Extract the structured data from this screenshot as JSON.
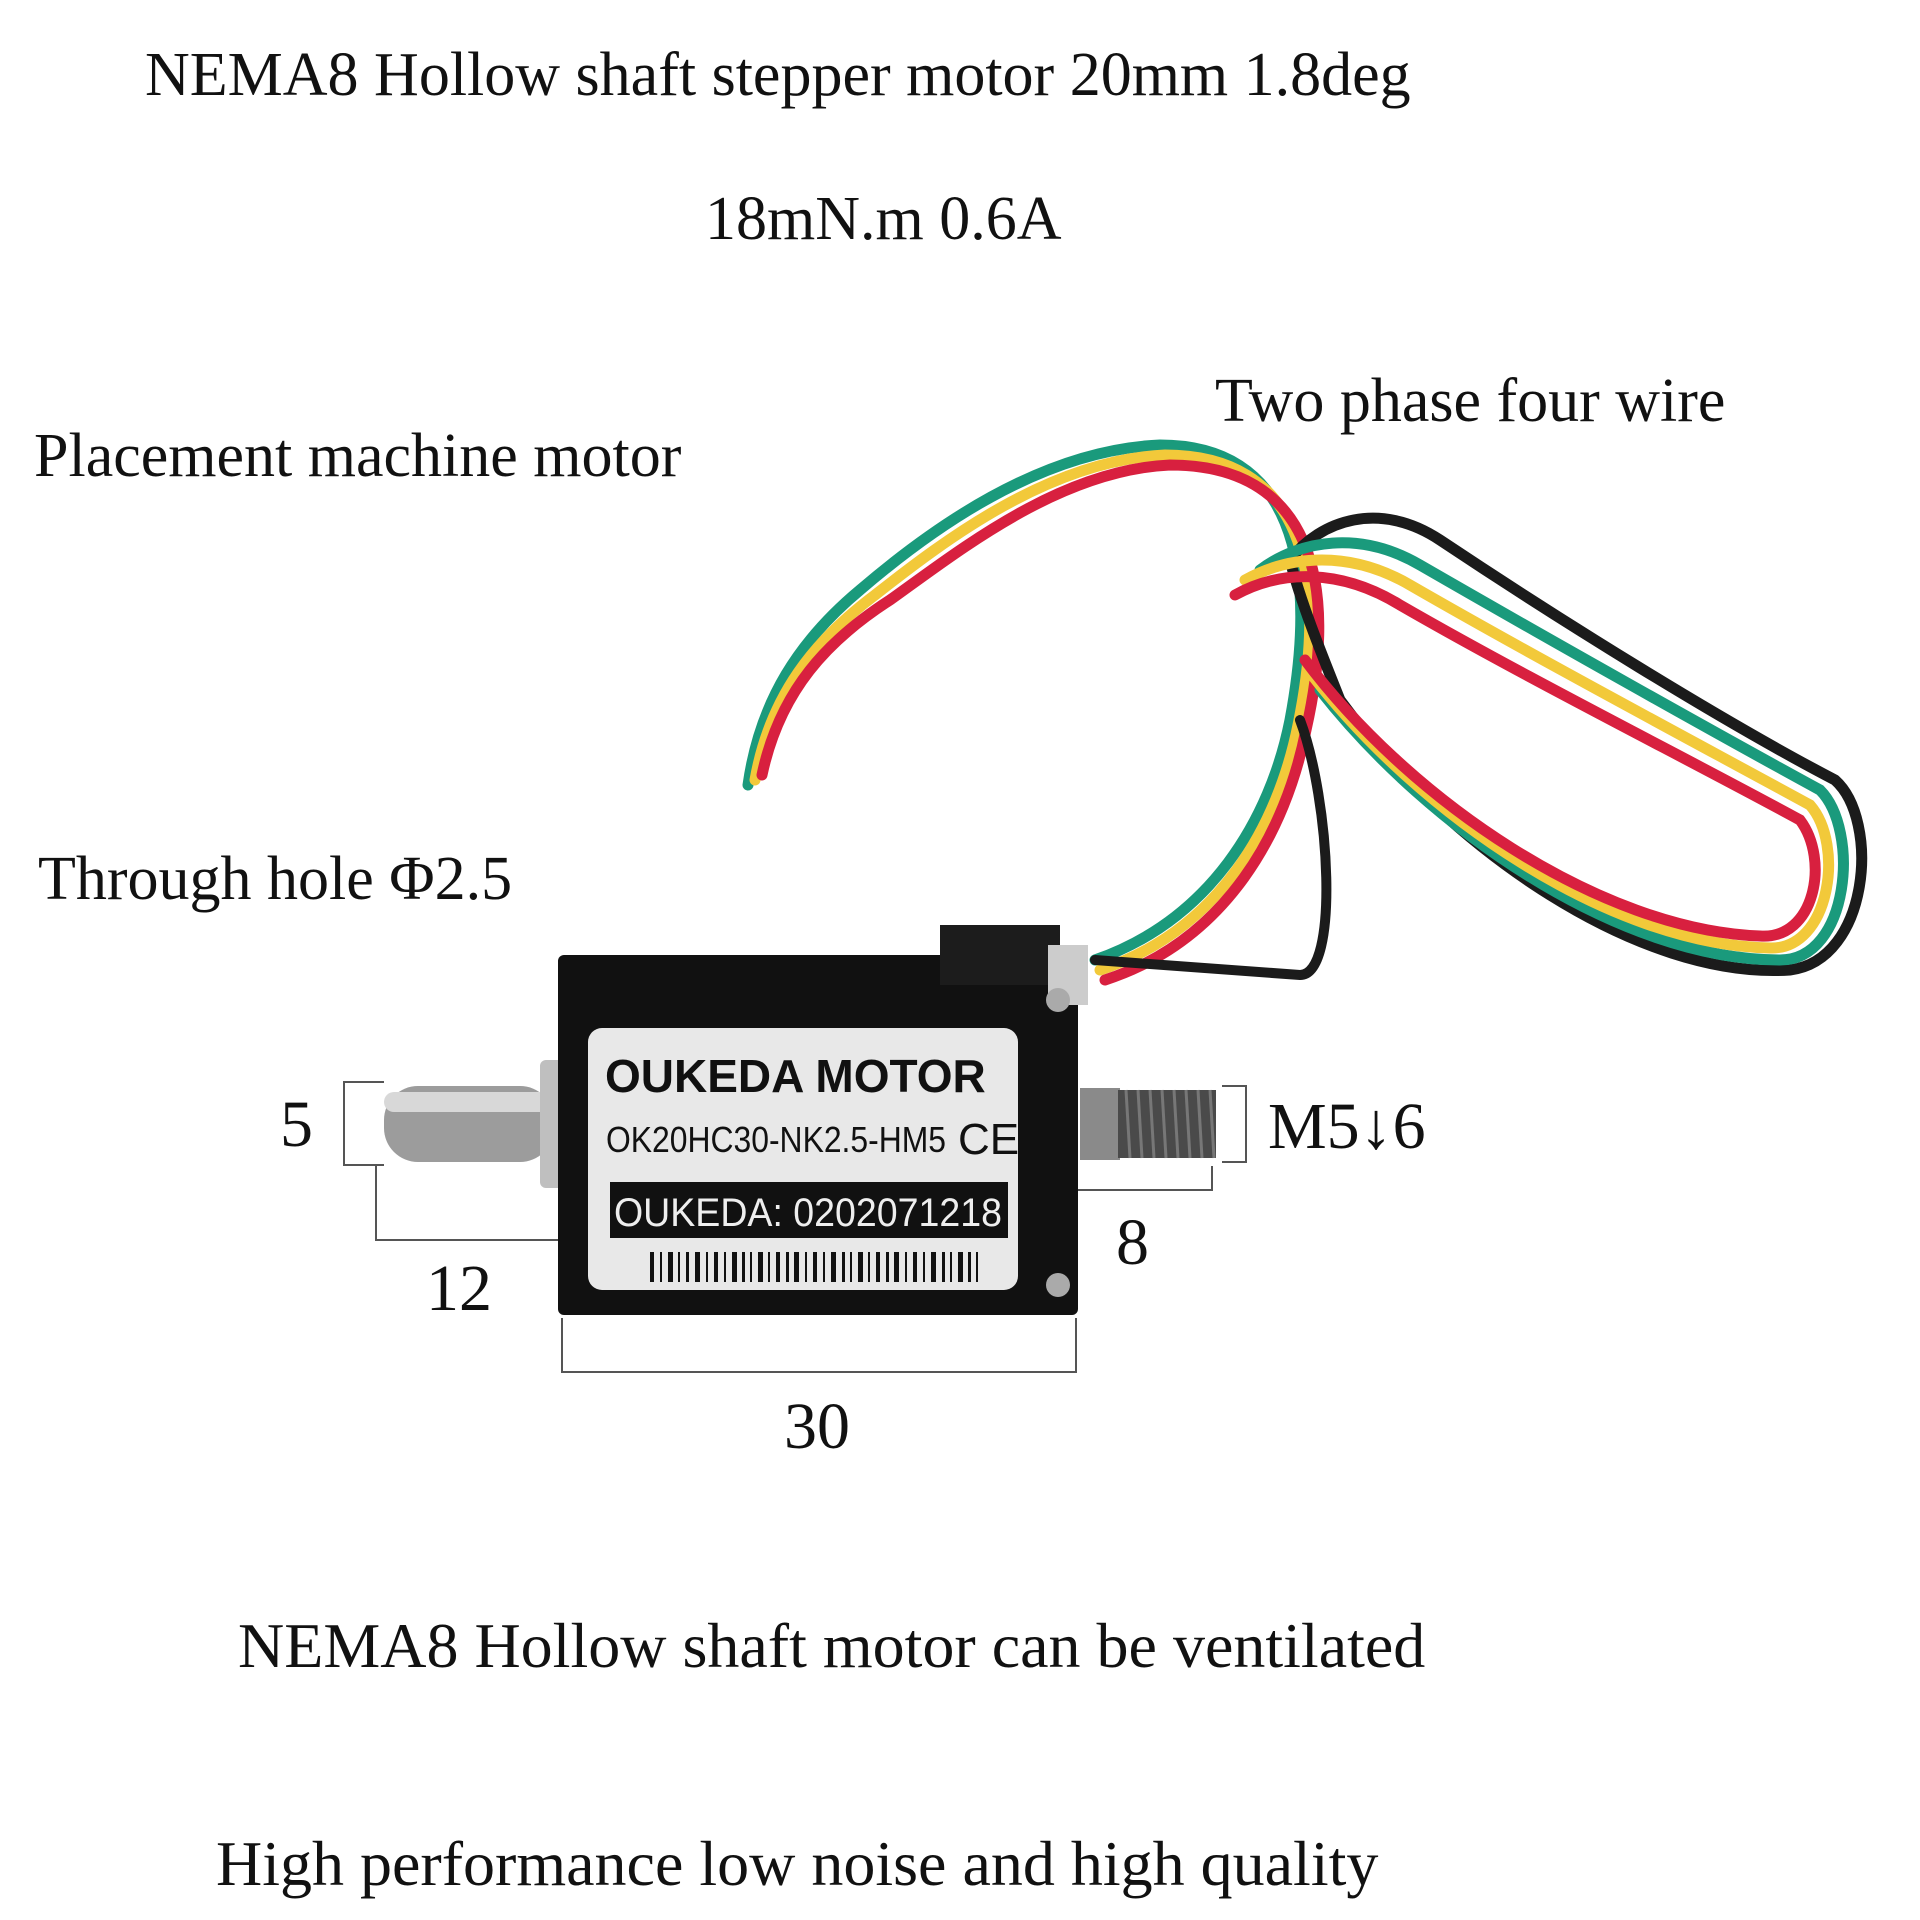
{
  "title": {
    "line1": "NEMA8 Hollow shaft stepper motor 20mm 1.8deg",
    "line2": "18mN.m 0.6A"
  },
  "callouts": {
    "placement": "Placement machine motor",
    "wiring": "Two phase four wire",
    "through_hole": "Through hole  Φ2.5"
  },
  "dimensions": {
    "shaft_diameter": "5",
    "shaft_length": "12",
    "body_length": "30",
    "thread_length": "8",
    "thread_spec": "M5↓6"
  },
  "motor_label": {
    "brand": "OUKEDA MOTOR",
    "model": "OK20HC30-NK2.5-HM5",
    "ce_mark": "CE",
    "serial": "OUKEDA: 0202071218"
  },
  "features": {
    "line1": "NEMA8 Hollow shaft motor can be ventilated",
    "line2": "High performance low noise and high quality"
  },
  "wire_colors": [
    "#1a9a7c",
    "#f2c93a",
    "#d8203f",
    "#1b1b1b"
  ]
}
